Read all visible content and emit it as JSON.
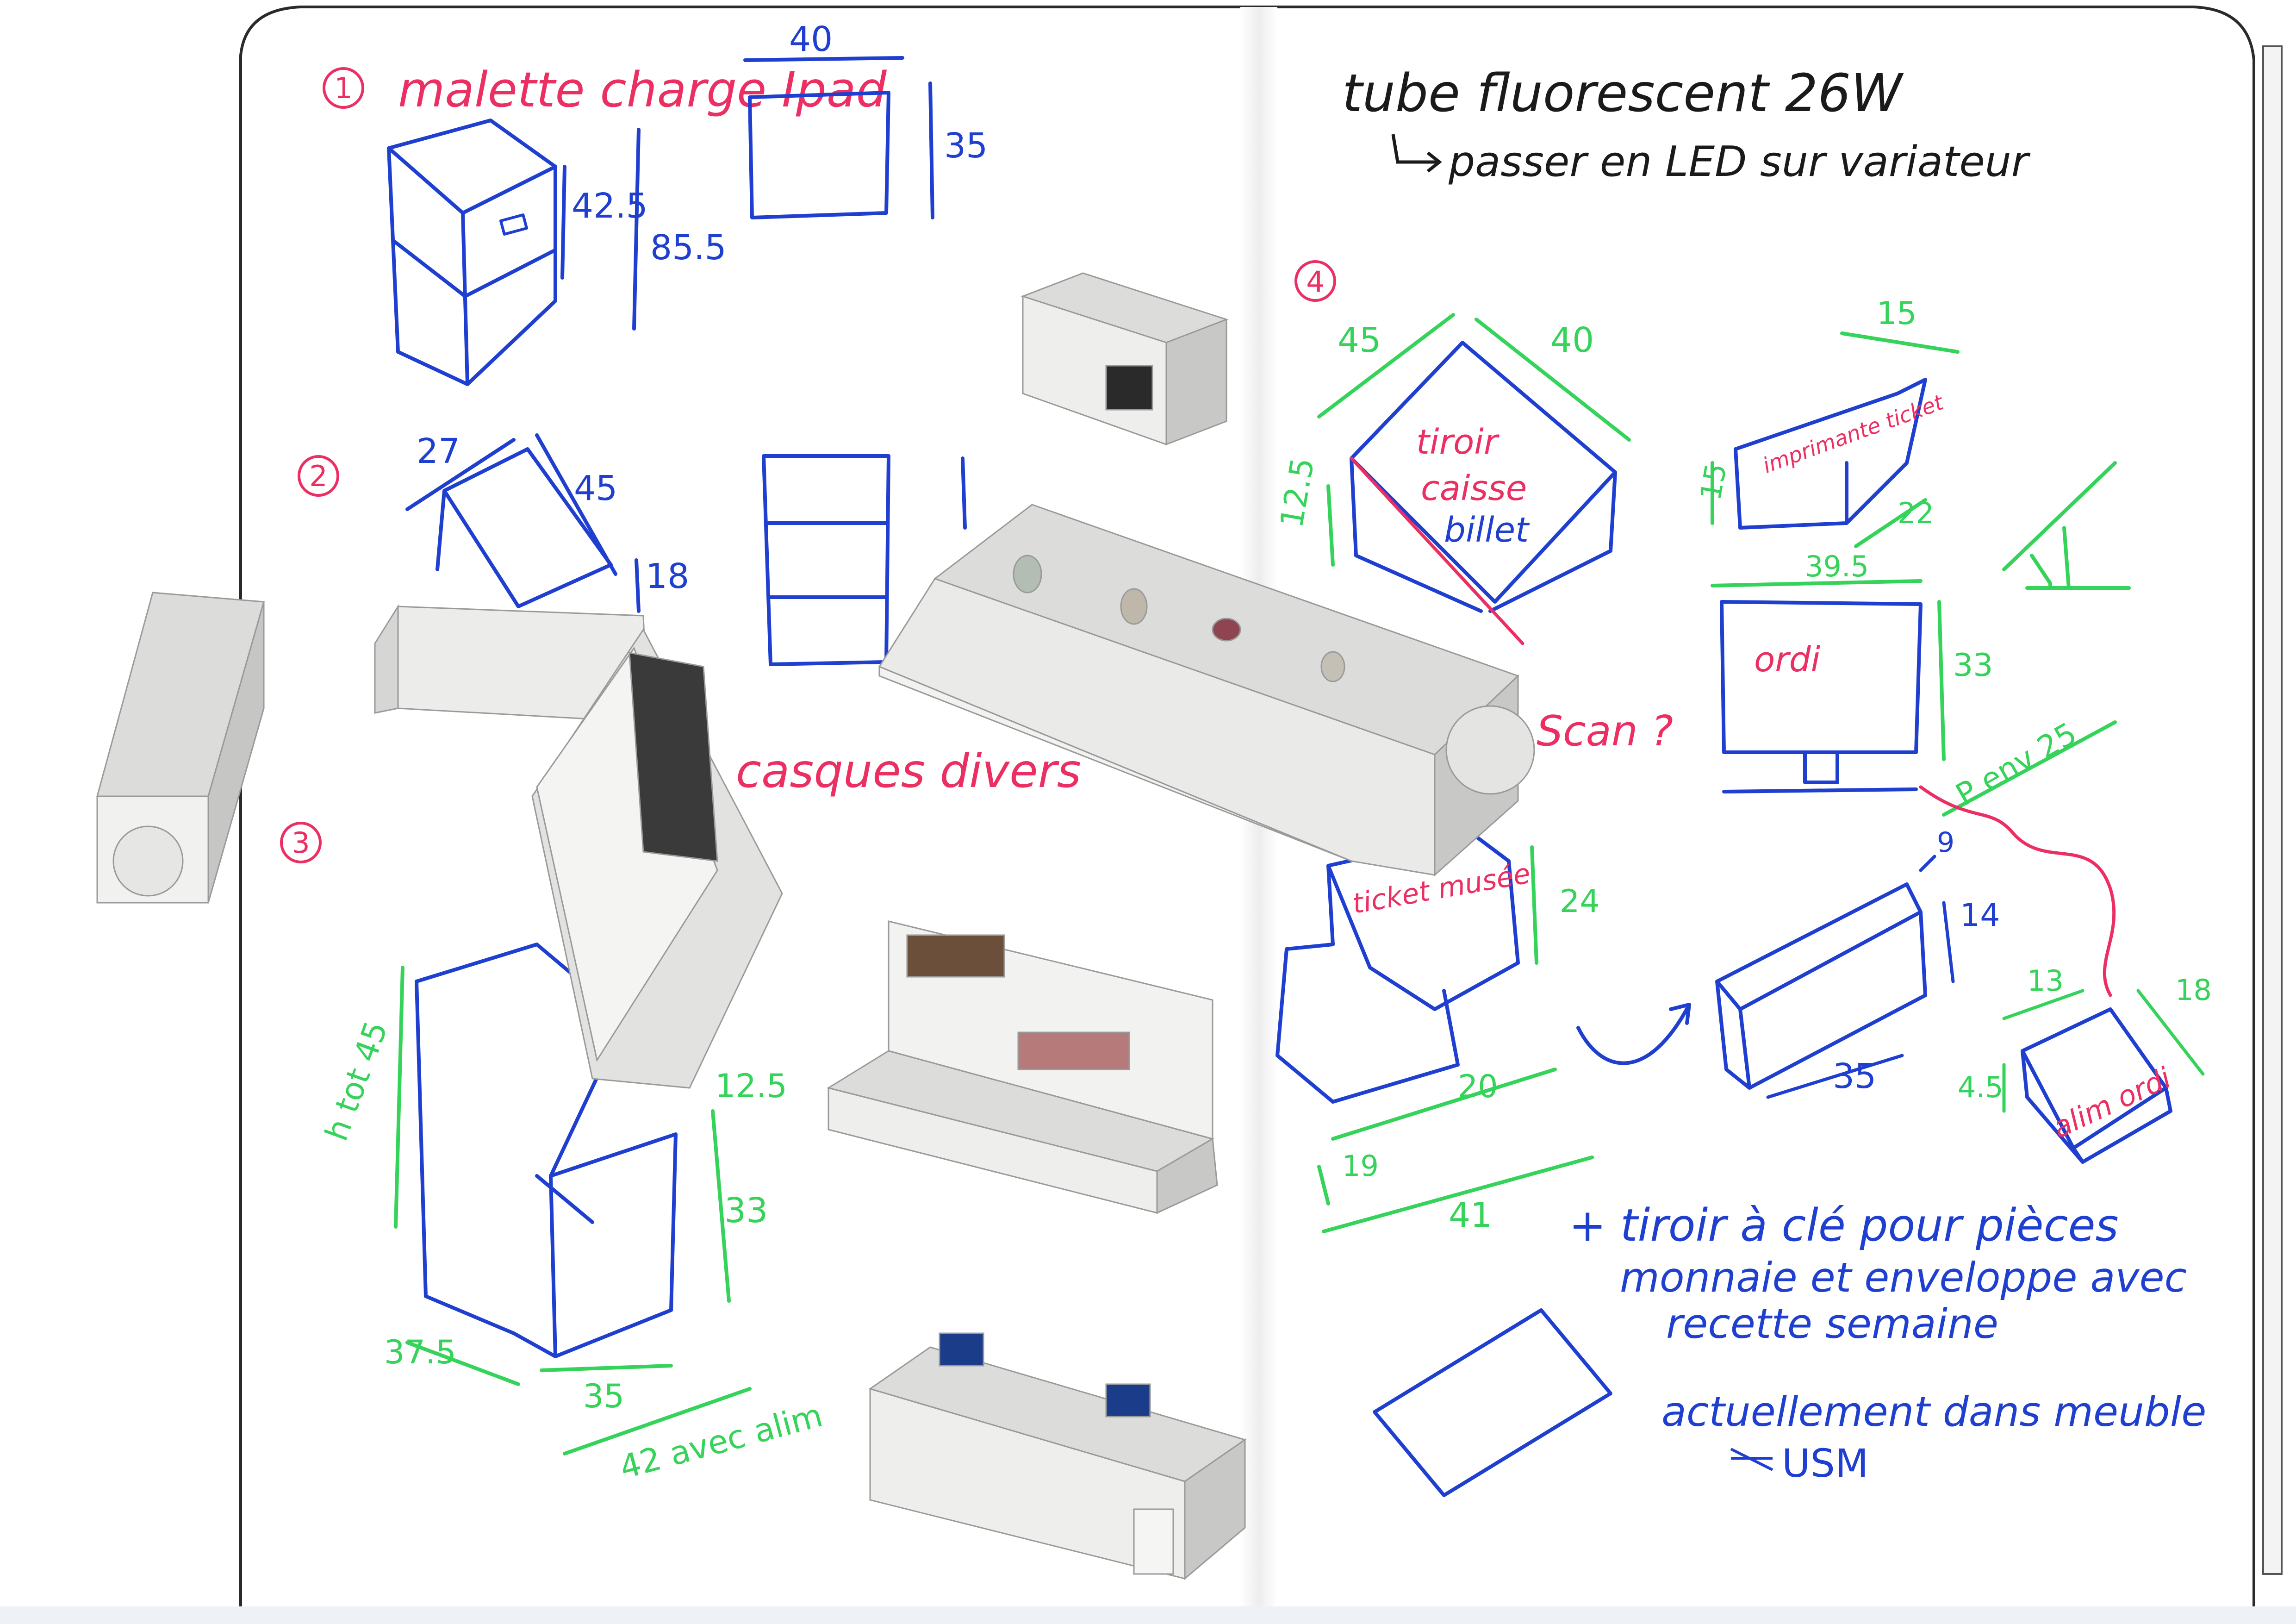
{
  "colors": {
    "blue_ink": "#1f3fd0",
    "green_ink": "#35d35a",
    "pink_ink": "#ec2f63",
    "black_ink": "#1a1a1a",
    "model_face_light": "#f1f1ef",
    "model_face_mid": "#dcdcda",
    "model_face_dark": "#c6c6c4",
    "page_edge": "#2a2a2a"
  },
  "page_left": {
    "item1": {
      "number": "1",
      "title": "malette charge Ipad",
      "dims": {
        "top": "40",
        "side": "35",
        "inner": "42.5",
        "total": "85.5"
      }
    },
    "item2": {
      "number": "2",
      "dims": {
        "w": "27",
        "d": "45",
        "h": "18"
      },
      "label": "casques divers"
    },
    "item3": {
      "number": "3",
      "dims": {
        "h_top": "h tot 45",
        "inner": "12.5",
        "h": "33",
        "d": "37.5",
        "w": "35",
        "w_alim": "42 avec alim"
      }
    }
  },
  "page_right": {
    "header": {
      "line1": "tube fluorescent 26W",
      "line2": "passer en LED sur variateur"
    },
    "item4": {
      "number": "4",
      "drawer": {
        "line1": "tiroir",
        "line2": "caisse",
        "line3": "billet"
      },
      "dims": {
        "d": "45",
        "w": "40",
        "h": "12.5"
      },
      "printer": {
        "label": "imprimante ticket",
        "w": "15",
        "h": "15",
        "d": "22"
      },
      "computer": {
        "label": "ordi",
        "w": "39.5",
        "h": "33",
        "p": "P env 25"
      },
      "ticket_printer": {
        "label": "ticket musée",
        "dims": {
          "h": "24",
          "w": "20",
          "d": "19",
          "total": "41"
        }
      },
      "bar": {
        "h": "9",
        "d": "14",
        "w": "35"
      },
      "alim": {
        "label": "alim ordi",
        "w": "13",
        "d": "18",
        "h": "4.5"
      },
      "scan_note": "Scan ?"
    },
    "notes": {
      "line1": "+ tiroir à clé pour pièces",
      "line2": "monnaie et enveloppe avec",
      "line3": "recette semaine",
      "line4": "actuellement dans meuble",
      "line5": "USM"
    }
  }
}
